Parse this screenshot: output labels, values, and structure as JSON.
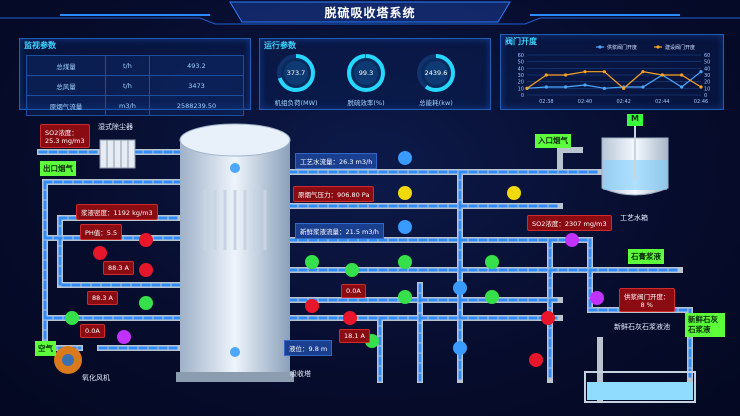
{
  "header": {
    "title": "脱硫吸收塔系统"
  },
  "monitor": {
    "title": "监视参数",
    "rows": [
      {
        "name": "总煤量",
        "unit": "t/h",
        "value": "493.2"
      },
      {
        "name": "总风量",
        "unit": "t/h",
        "value": "3473"
      },
      {
        "name": "原烟气流量",
        "unit": "m3/h",
        "value": "2588239.50"
      }
    ]
  },
  "run": {
    "title": "运行参数",
    "gauges": [
      {
        "value": "373.7",
        "label": "机组负荷(MW)",
        "level": 0.7
      },
      {
        "value": "99.3",
        "label": "脱硫效率(%)",
        "level": 0.99
      },
      {
        "value": "2439.6",
        "label": "总能耗(kw)",
        "level": 0.6
      }
    ]
  },
  "valve_chart": {
    "title": "阀门开度",
    "chart_data": {
      "type": "line",
      "x": [
        "02:37",
        "02:38",
        "02:39",
        "02:40",
        "02:41",
        "02:42",
        "02:43",
        "02:44",
        "02:45",
        "02:46"
      ],
      "x_tick_labels": [
        "02:38",
        "02:40",
        "02:42",
        "02:44",
        "02:46"
      ],
      "ylim": [
        0,
        60
      ],
      "y_ticks": [
        0,
        10,
        20,
        30,
        40,
        50,
        60
      ],
      "legend_position": "top",
      "series": [
        {
          "name": "供浆阀门开度",
          "color": "#4aa8ff",
          "values": [
            10,
            12,
            12,
            15,
            10,
            12,
            12,
            30,
            12,
            35
          ]
        },
        {
          "name": "建设阀门开度",
          "color": "#ffa321",
          "values": [
            10,
            30,
            30,
            35,
            35,
            10,
            35,
            30,
            30,
            12
          ]
        }
      ]
    }
  },
  "scene": {
    "so2_in_label": "SO2浓度：",
    "so2_in_value": "25.3 mg/m3",
    "demister": "湿式除尘器",
    "outlet_gas": "出口烟气",
    "slurry_density": "浆液密度：1192 kg/m3",
    "ph": "PH值：5.5",
    "current1": "88.3 A",
    "current2": "88.3 A",
    "current3": "0.0A",
    "current4": "0.0A",
    "current5": "18.1 A",
    "air": "空气",
    "oxidation_fan": "氧化风机",
    "absorber": "吸收塔",
    "level": "液位：9.8 m",
    "process_water_flow": "工艺水流量：26.3 m3/h",
    "flue_pressure": "原烟气压力：906.80 Pa",
    "fresh_slurry_flow": "新鲜浆液流量：21.5 m3/h",
    "so2_out": "SO2浓度：2307 mg/m3",
    "inlet_gas": "入口烟气",
    "process_tank": "工艺水箱",
    "gypsum_slurry": "石膏浆液",
    "fresh_lime_pool": "新鲜石灰石浆液池",
    "fresh_lime_slurry": "新鲜石灰石浆液",
    "supply_valve": "供浆阀门开度：",
    "supply_valve_value": "8 %",
    "mixer": "M"
  }
}
